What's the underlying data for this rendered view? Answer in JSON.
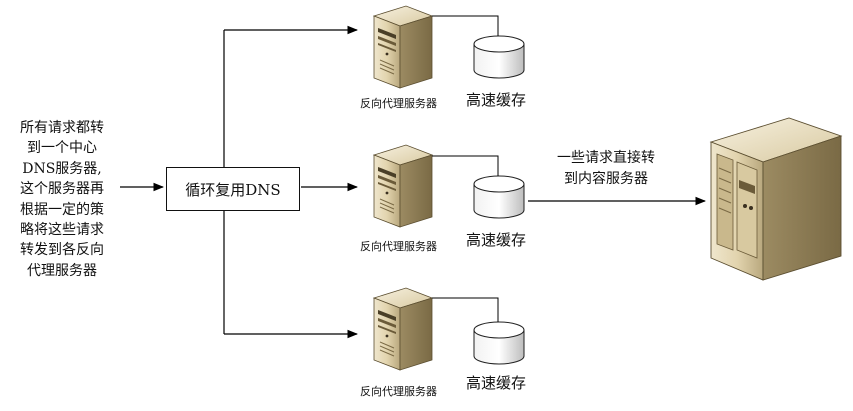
{
  "intro_lines": [
    "所有请求都转",
    "到一个中心",
    "DNS服务器,",
    "这个服务器再",
    "根据一定的策",
    "略将这些请求",
    "转发到各反向",
    "代理服务器"
  ],
  "dns_box": "循环复用DNS",
  "proxies": [
    {
      "server_label": "反向代理服务器",
      "cache_label": "高速缓存"
    },
    {
      "server_label": "反向代理服务器",
      "cache_label": "高速缓存"
    },
    {
      "server_label": "反向代理服务器",
      "cache_label": "高速缓存"
    }
  ],
  "direct_lines": [
    "一些请求直接转",
    "到内容服务器"
  ]
}
